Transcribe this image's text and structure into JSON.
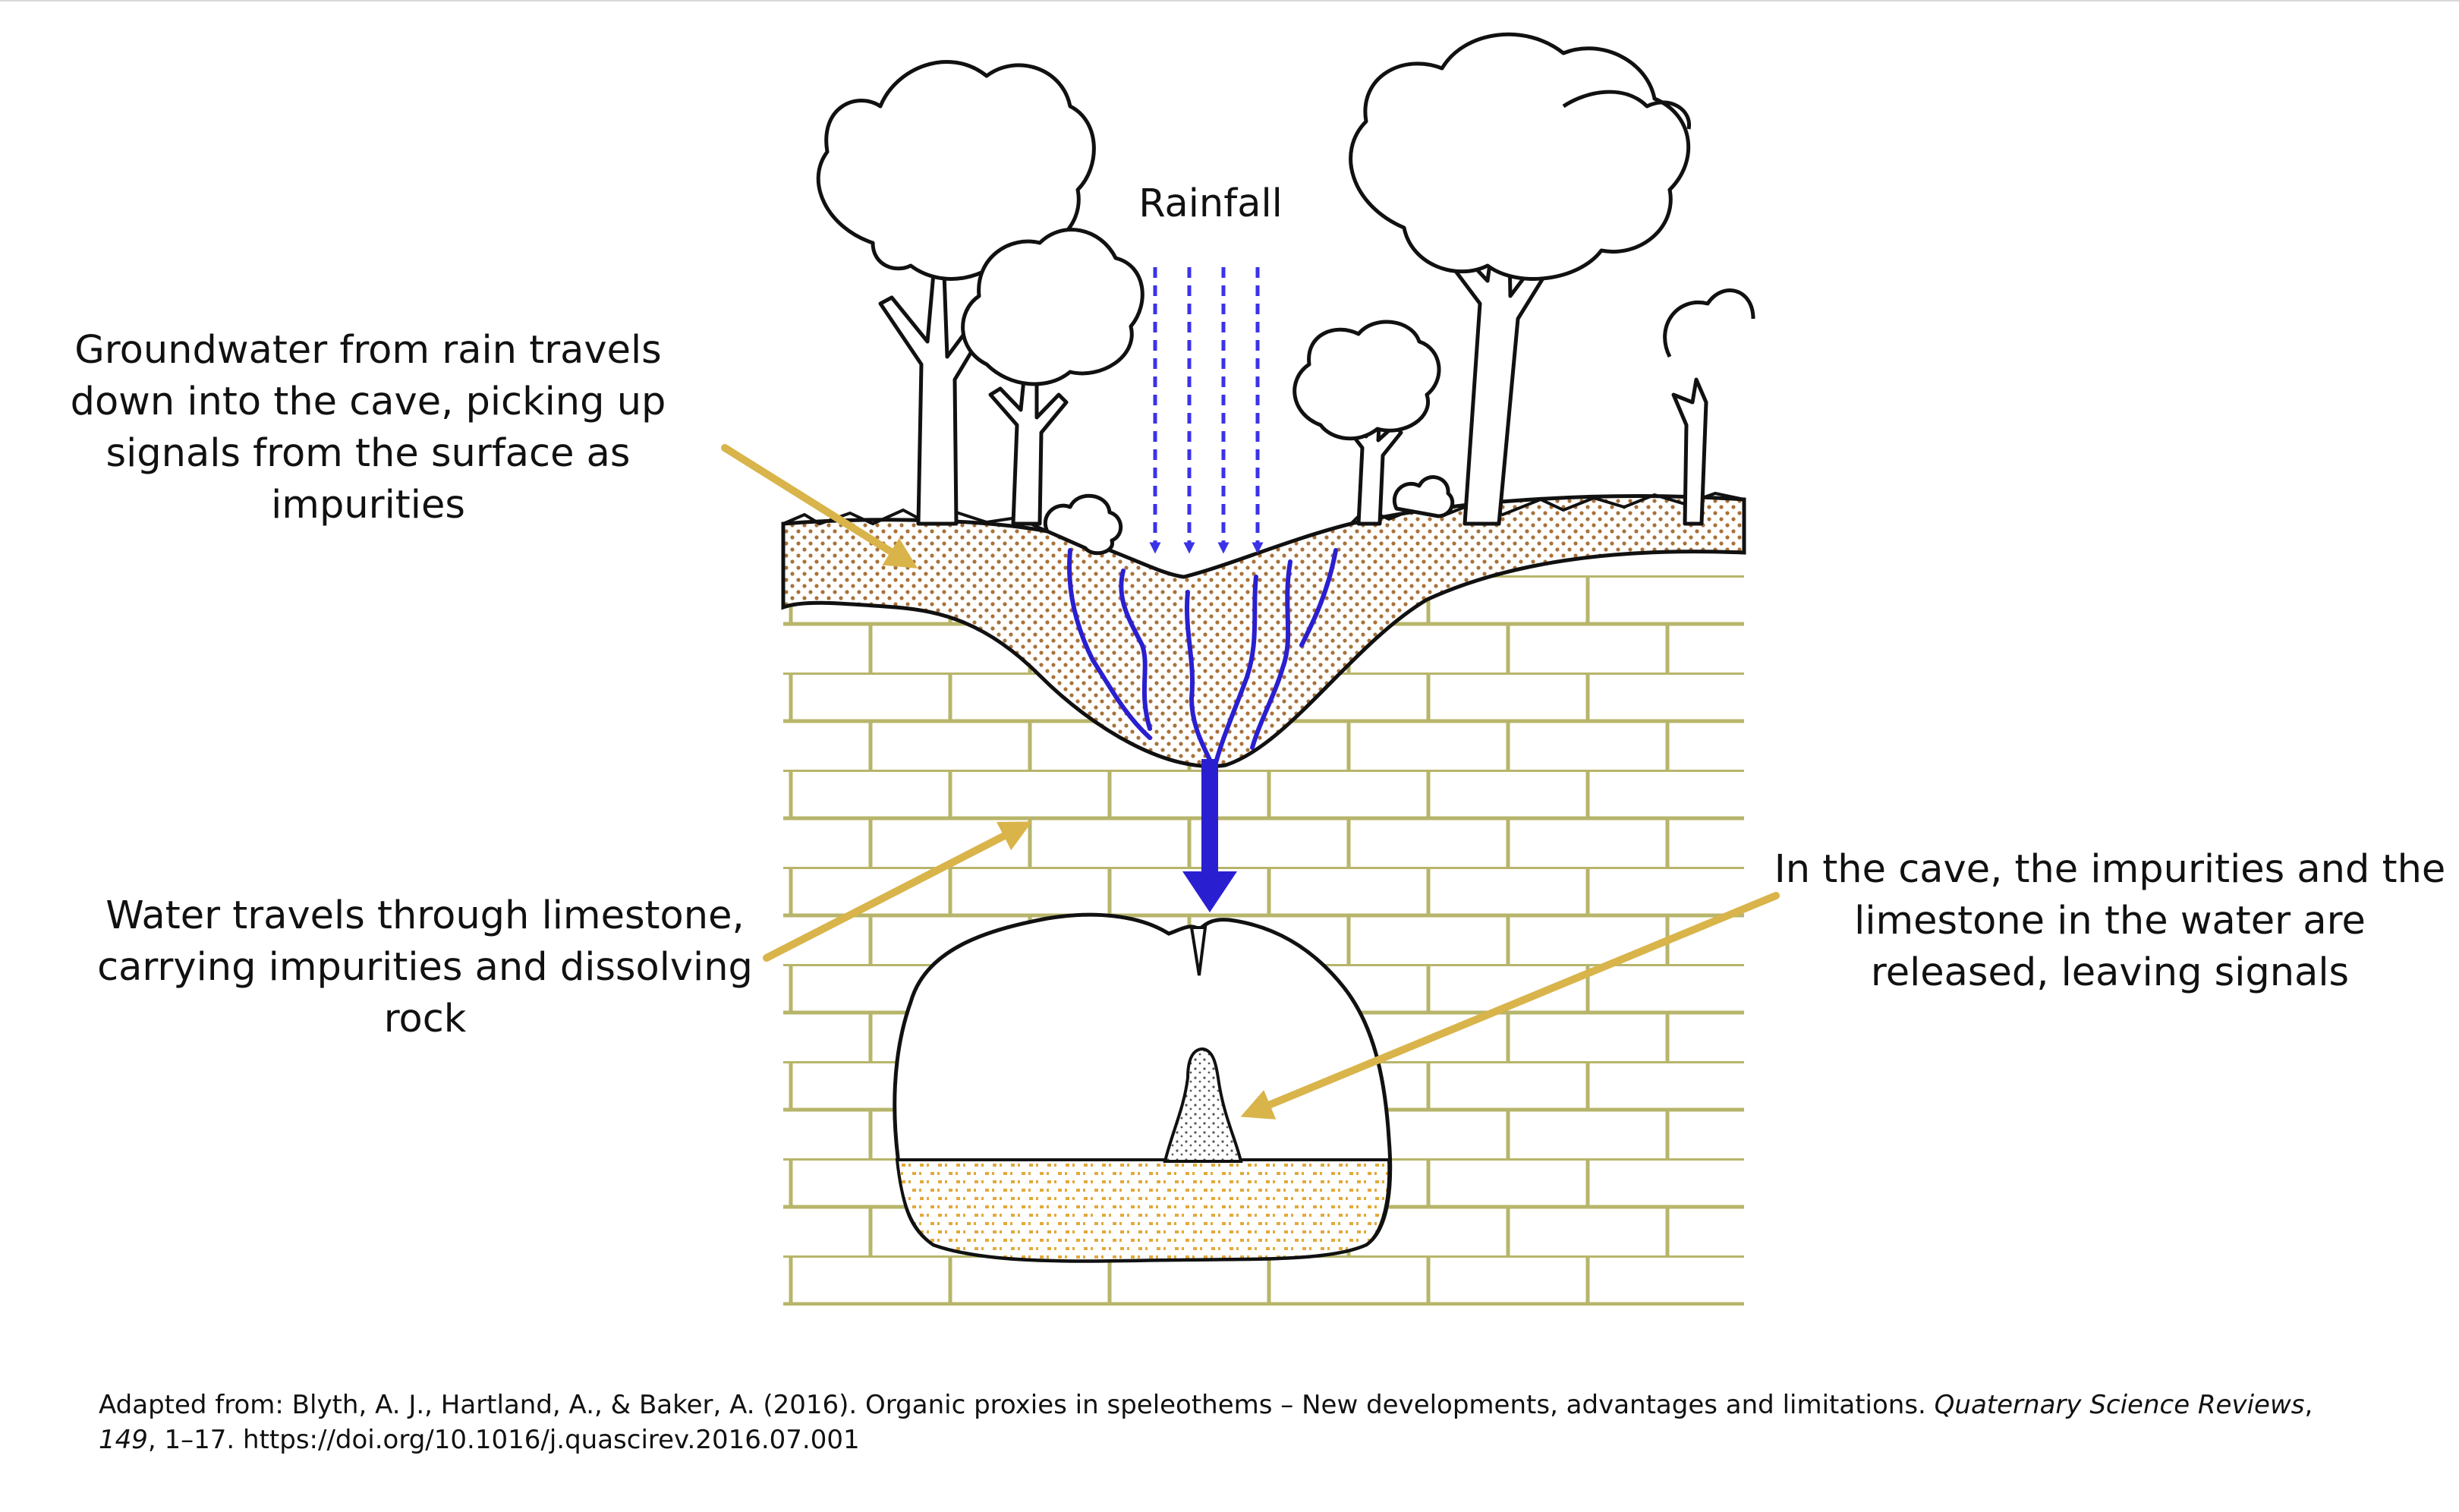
{
  "labels": {
    "rainfall": "Rainfall",
    "groundwater": "Groundwater from rain travels down into the cave, picking up signals from the surface as impurities",
    "limestone": "Water travels through limestone, carrying impurities and dissolving rock",
    "cave": "In the cave, the impurities and the limestone in the water are released, leaving signals"
  },
  "citation": {
    "prefix": "Adapted from: Blyth, A. J., Hartland, A., & Baker, A. (2016). Organic proxies in speleothems – New developments, advantages and limitations. ",
    "journal": "Quaternary Science Reviews",
    "sep1": ", ",
    "volume": "149",
    "suffix": ", 1–17. https://doi.org/10.1016/j.quascirev.2016.07.001"
  },
  "colors": {
    "brick": "#b7b56a",
    "soil_dots": "#a8723a",
    "water": "#2a1fd0",
    "rain": "#3b32e8",
    "pointer_arrow": "#d9b44a",
    "sediment": "#e2a93a",
    "line": "#111111"
  }
}
